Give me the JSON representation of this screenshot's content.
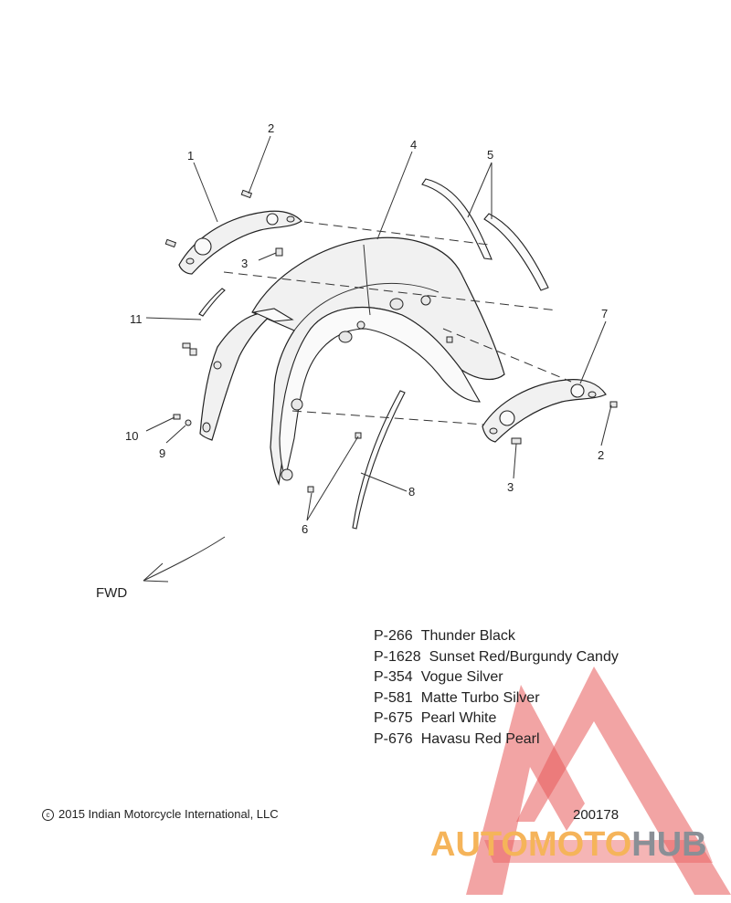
{
  "diagram": {
    "callouts": [
      "1",
      "2",
      "3",
      "4",
      "5",
      "6",
      "7",
      "8",
      "9",
      "10",
      "11",
      "2",
      "3"
    ],
    "direction_label": "FWD"
  },
  "paint_codes": [
    {
      "code": "P-266",
      "name": "Thunder Black"
    },
    {
      "code": "P-1628",
      "name": "Sunset Red/Burgundy Candy"
    },
    {
      "code": "P-354",
      "name": "Vogue Silver"
    },
    {
      "code": "P-581",
      "name": "Matte Turbo Silver"
    },
    {
      "code": "P-675",
      "name": "Pearl White"
    },
    {
      "code": "P-676",
      "name": "Havasu Red Pearl"
    }
  ],
  "footer": {
    "copyright_symbol": "c",
    "copyright": "2015 Indian Motorcycle International, LLC",
    "drawing_number": "200178"
  },
  "watermark": {
    "word_part1": "AUTOMOTO",
    "word_part2": "HUB",
    "colors": {
      "orange": "#f5b45a",
      "red": "#e85a5a",
      "gray": "#8a8f96"
    }
  }
}
